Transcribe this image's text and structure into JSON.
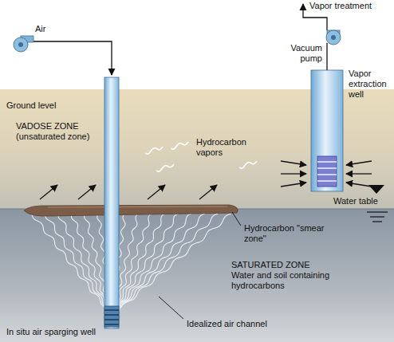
{
  "diagram": {
    "nodes": [
      {
        "text": [
          "VADOSE ZONE (unsaturated zone)"
        ]
      },
      {
        "text": [
          "SATURATED ZONE",
          "Water and soil containing hydrocarbons"
        ]
      }
    ],
    "labels": [
      "Air",
      "Vapor treatment",
      "Vacuum pump",
      "Vapor extraction well",
      "Ground level",
      "Hydrocarbon vapors",
      "Water table",
      "Hydrocarbon \"smear zone\"",
      "In situ air sparging well",
      "Idealized air channel"
    ]
  }
}
